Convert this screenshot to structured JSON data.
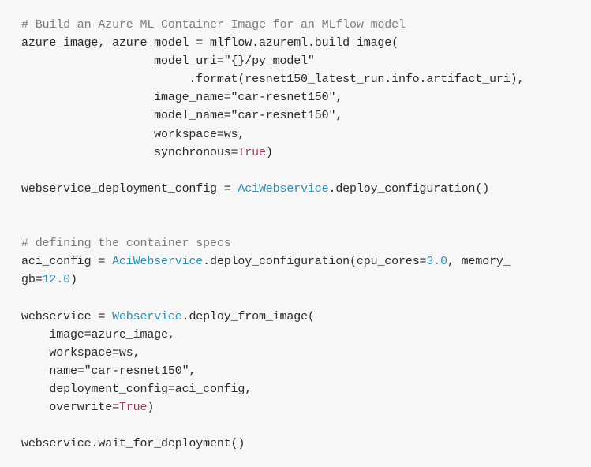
{
  "code": {
    "comment_build": "# Build an Azure ML Container Image for an MLflow model",
    "line_build_image": "azure_image, azure_model = mlflow.azureml.build_image(",
    "line_model_uri": "                   model_uri=\"{}/py_model\"",
    "line_format": "                        .format(resnet150_latest_run.info.artifact_uri),",
    "line_image_name": "                   image_name=\"car-resnet150\",",
    "line_model_name": "                   model_name=\"car-resnet150\",",
    "line_workspace": "                   workspace=ws,",
    "line_synchronous_prefix": "                   synchronous=",
    "true_kw": "True",
    "close_paren": ")",
    "line_deploy_config_prefix": "webservice_deployment_config = ",
    "aci_webservice": "AciWebservice",
    "deploy_configuration_call": ".deploy_configuration()",
    "comment_container": "# defining the container specs",
    "line_aci_config_prefix": "aci_config = ",
    "deploy_configuration_open": ".deploy_configuration(cpu_cores=",
    "cpu_value": "3.0",
    "memory_part": ", memory_",
    "gb_prefix": "gb=",
    "memory_value": "12.0",
    "line_webservice_prefix": "webservice = ",
    "webservice_class": "Webservice",
    "deploy_from_image": ".deploy_from_image(",
    "arg_image": "    image=azure_image,",
    "arg_workspace": "    workspace=ws,",
    "arg_name": "    name=\"car-resnet150\",",
    "arg_deployment_config": "    deployment_config=aci_config,",
    "arg_overwrite_prefix": "    overwrite=",
    "line_wait": "webservice.wait_for_deployment()"
  },
  "colors": {
    "background": "#f7f7f7",
    "text": "#2b2b2b",
    "comment": "#7b7b7b",
    "class_name": "#2c8fb8",
    "keyword": "#a33a55"
  }
}
